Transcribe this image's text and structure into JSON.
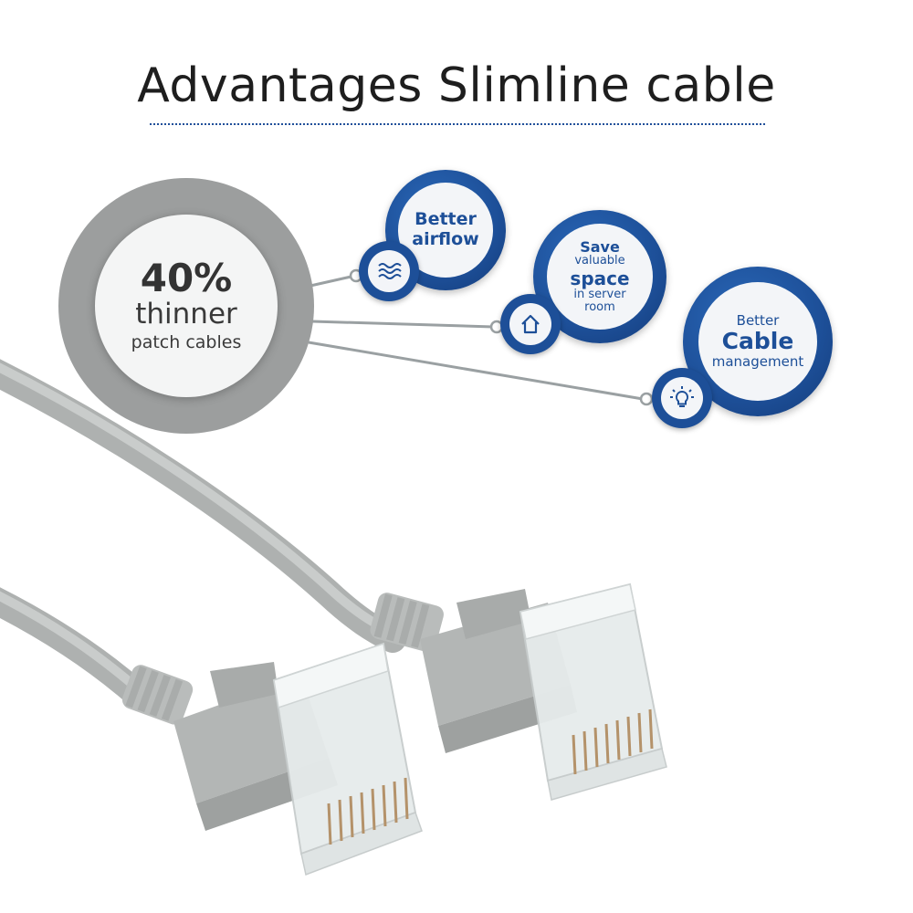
{
  "title": "Advantages Slimline cable",
  "main_badge": {
    "percent": "40%",
    "line1": "thinner",
    "line2": "patch cables"
  },
  "bubbles": [
    {
      "lines": [
        "Better",
        "airflow"
      ],
      "icon": "airflow-waves-icon"
    },
    {
      "lines": [
        "Save",
        "valuable",
        "space",
        "in server",
        "room"
      ],
      "icon": "house-icon"
    },
    {
      "lines": [
        "Better",
        "Cable",
        "management"
      ],
      "icon": "lightbulb-icon"
    }
  ],
  "colors": {
    "accent_blue": "#1d4f98",
    "grey_ring": "#9c9e9e",
    "cable_grey": "#bfc2c1"
  }
}
